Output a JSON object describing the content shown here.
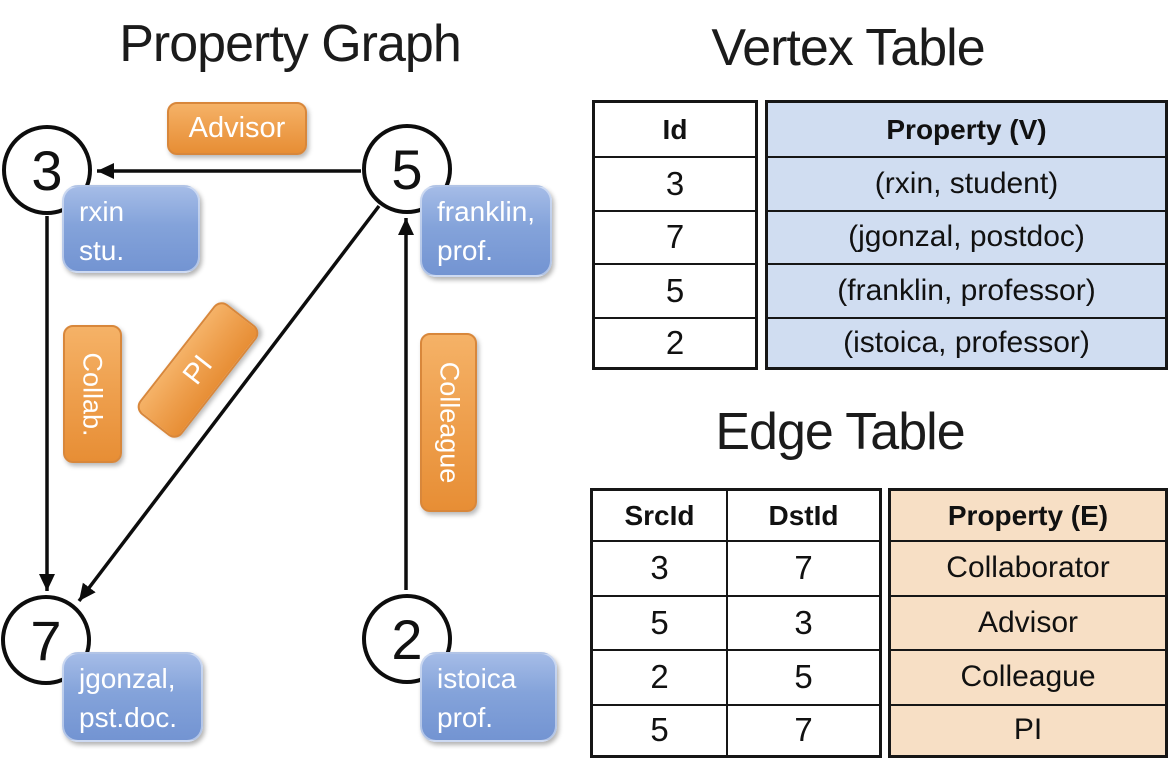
{
  "graph": {
    "title": "Property Graph",
    "nodes": [
      {
        "id": "3"
      },
      {
        "id": "5"
      },
      {
        "id": "7"
      },
      {
        "id": "2"
      }
    ],
    "vertex_boxes": [
      {
        "line1": "rxin",
        "line2": "stu."
      },
      {
        "line1": "franklin,",
        "line2": "prof."
      },
      {
        "line1": "jgonzal,",
        "line2": "pst.doc."
      },
      {
        "line1": "istoica",
        "line2": "prof."
      }
    ],
    "edge_labels": {
      "advisor": "Advisor",
      "collab": "Collab.",
      "pi": "PI",
      "colleague": "Colleague"
    }
  },
  "vertex_table": {
    "title": "Vertex Table",
    "id_header": "Id",
    "property_header": "Property (V)",
    "rows": [
      {
        "id": "3",
        "property": "(rxin, student)"
      },
      {
        "id": "7",
        "property": "(jgonzal, postdoc)"
      },
      {
        "id": "5",
        "property": "(franklin, professor)"
      },
      {
        "id": "2",
        "property": "(istoica, professor)"
      }
    ]
  },
  "edge_table": {
    "title": "Edge Table",
    "src_header": "SrcId",
    "dst_header": "DstId",
    "property_header": "Property (E)",
    "rows": [
      {
        "src": "3",
        "dst": "7",
        "property": "Collaborator"
      },
      {
        "src": "5",
        "dst": "3",
        "property": "Advisor"
      },
      {
        "src": "2",
        "dst": "5",
        "property": "Colleague"
      },
      {
        "src": "5",
        "dst": "7",
        "property": "PI"
      }
    ]
  },
  "colors": {
    "edge_label_orange": "#EE9F4D",
    "vertex_box_blue": "#84A3DA",
    "vertex_cell_blue": "#D0DDF1",
    "edge_cell_orange": "#F7DFC5",
    "line_black": "#0d0d0d"
  }
}
